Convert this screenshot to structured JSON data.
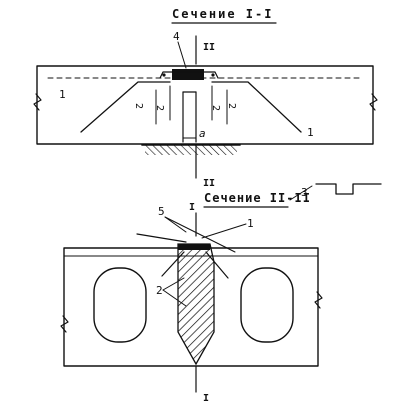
{
  "titles": {
    "section_1": "Сечение I-I",
    "section_2": "Сечение II-II"
  },
  "section_marks": {
    "cut_II_top": "II",
    "cut_II_bottom": "II",
    "cut_I_top": "I",
    "cut_I_bottom": "I"
  },
  "callouts": {
    "c4": "4",
    "c1_left": "1",
    "c1_right": "1",
    "c1_lower": "1",
    "c2_a": "2",
    "c2_b": "2",
    "c2_c": "2",
    "c2_d": "2",
    "c2_lower": "2",
    "c3": "3",
    "c5": "5",
    "dim_a": "a"
  }
}
